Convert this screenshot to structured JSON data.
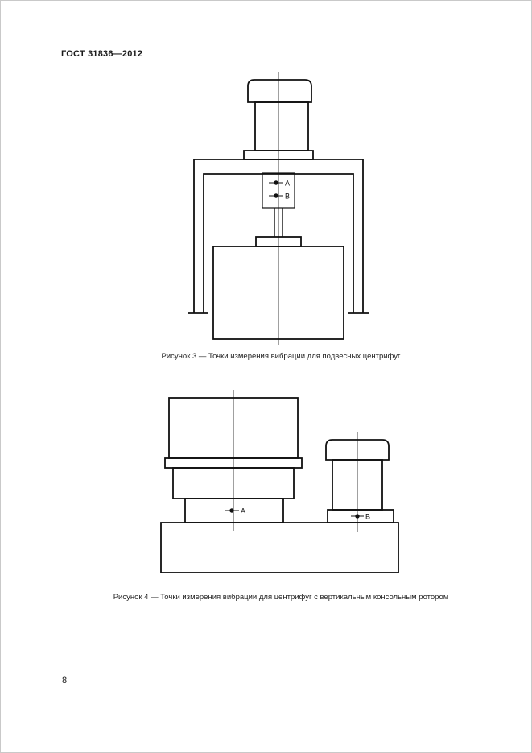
{
  "page": {
    "header_title": "ГОСТ 31836—2012",
    "page_number": "8"
  },
  "figure3": {
    "caption": "Рисунок 3 — Точки измерения вибрации для подвесных центрифуг",
    "points": {
      "a": "А",
      "b": "В"
    }
  },
  "figure4": {
    "caption": "Рисунок 4 — Точки измерения вибрации для центрифуг с вертикальным консольным ротором",
    "points": {
      "a": "А",
      "b": "В"
    }
  },
  "colors": {
    "ink": "#111111",
    "paper": "#ffffff"
  }
}
